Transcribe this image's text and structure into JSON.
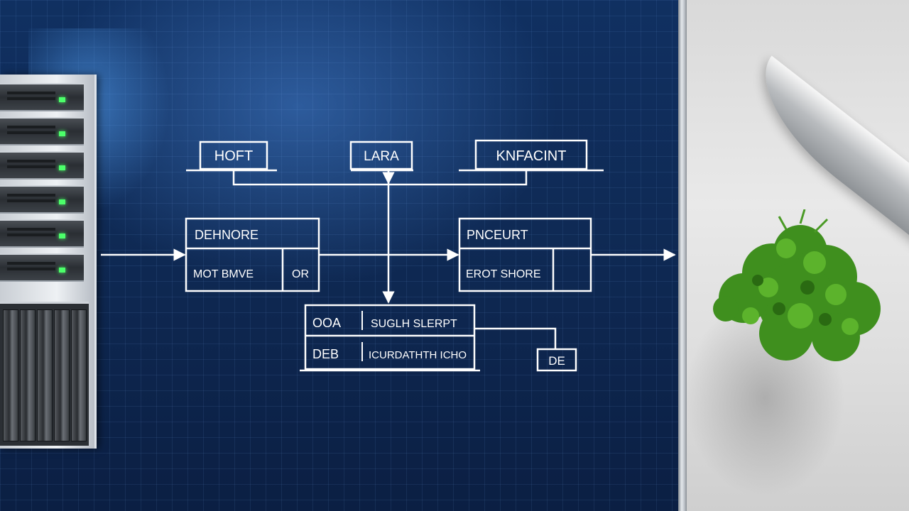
{
  "colors": {
    "line": "#ffffff",
    "board_blue": "#0f2a55",
    "led_green": "#4cff6a"
  },
  "diagram": {
    "top_labels": [
      "HOFT",
      "LARA",
      "KNFACINT"
    ],
    "left_box": {
      "title": "DEHNORE",
      "row_left": "MOT BMVE",
      "row_right": "OR"
    },
    "right_box": {
      "title": "PNCEURT",
      "row_left": "EROT SHORE"
    },
    "bottom_box": {
      "row1_code": "OOA",
      "row1_text": "SUGLH SLERPT",
      "row2_code": "DEB",
      "row2_text": "ICURDATHTH ICHO"
    },
    "small_box": "DE"
  },
  "photo": {
    "icons": [
      "chef-knife",
      "fresh-herbs"
    ]
  }
}
